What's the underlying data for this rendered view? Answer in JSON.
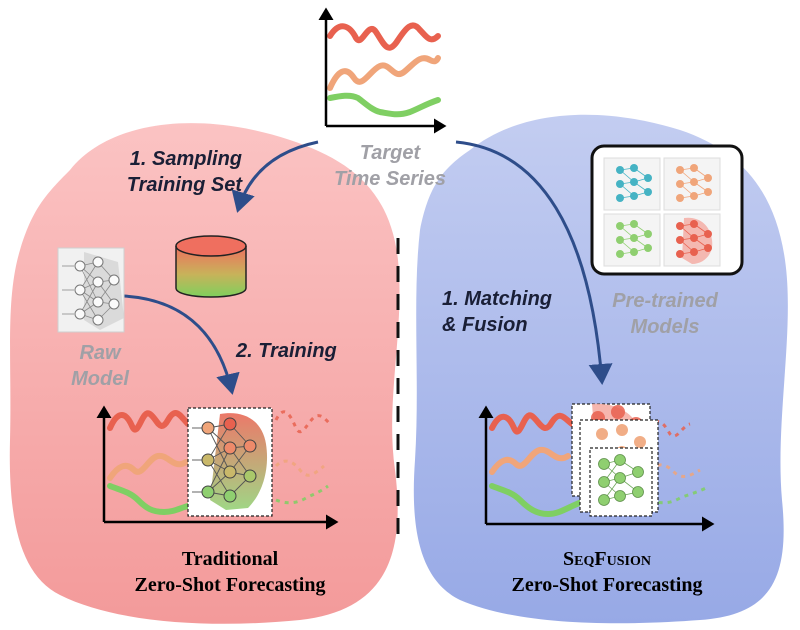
{
  "labels": {
    "target_series": [
      "Target",
      "Time Series"
    ],
    "sampling": [
      "1. Sampling",
      "Training Set"
    ],
    "training": "2. Training",
    "raw_model": [
      "Raw",
      "Model"
    ],
    "matching": [
      "1. Matching",
      "& Fusion"
    ],
    "pretrained": [
      "Pre-trained",
      "Models"
    ]
  },
  "titles": {
    "left": [
      "Traditional",
      "Zero-Shot Forecasting"
    ],
    "right_brand": "SeqFusion",
    "right_line2": "Zero-Shot Forecasting"
  },
  "colors": {
    "left_blob": "#f7a8a8",
    "right_blob": "#aab8ea",
    "series_red": "#e8614f",
    "series_orange": "#f0a57a",
    "series_green": "#7fcf63",
    "arrow": "#2e4d8a",
    "model_blue": "#45b3c4",
    "model_orange": "#f0a57a",
    "model_green": "#8fcf70",
    "model_red": "#e8614f"
  },
  "icons": [
    "time-series-plot-icon",
    "database-icon",
    "neural-network-icon",
    "forecast-plot-icon",
    "model-stack-icon"
  ]
}
